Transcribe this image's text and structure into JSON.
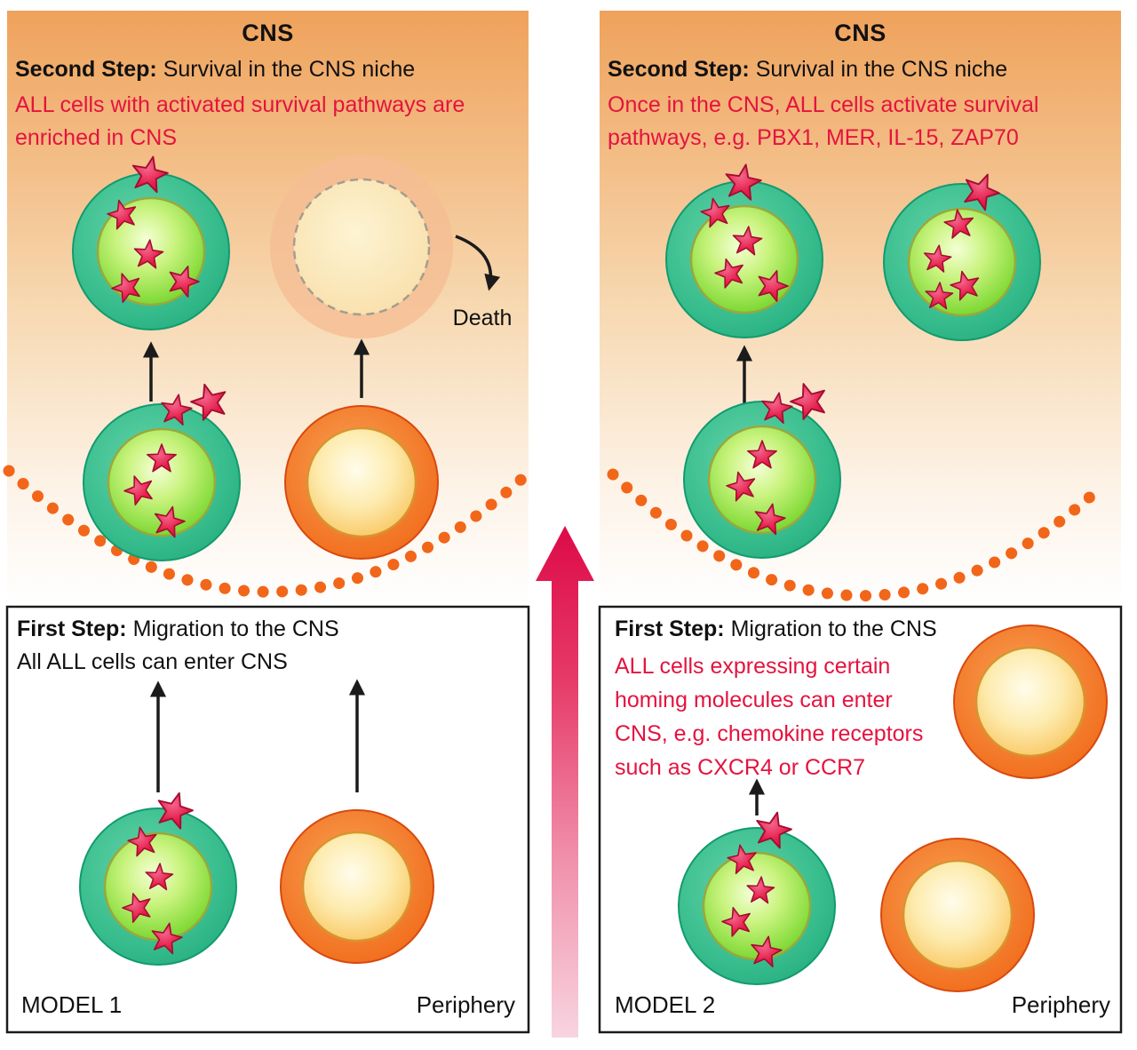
{
  "colors": {
    "cns_gradient_top": "#efa25b",
    "red_accent": "#e4133f",
    "niche_dot_orange": "#f2661a",
    "progression_arrow_red": "#dd0a48",
    "all_cell_green": "#35bb8b",
    "normal_cell_orange": "#f1701f",
    "star_marker_red": "#e51f4c",
    "text_black": "#111111"
  },
  "icons": {
    "star_marker": "survival-pathway-star",
    "niche_boundary": "orange-dotted-arc",
    "progression_arrow": "upward-red-gradient-arrow",
    "migration_arrow": "black-up-arrow"
  },
  "model1": {
    "cns": {
      "title": "CNS",
      "step_label": "Second Step:",
      "step_rest": " Survival in the CNS niche",
      "description": "ALL cells with activated survival pathways are\nenriched in CNS",
      "death_label": "Death"
    },
    "periphery": {
      "step_label": "First Step:",
      "step_rest": " Migration to the CNS",
      "description": "All ALL cells can enter CNS",
      "model_label": "MODEL 1",
      "region_label": "Periphery"
    }
  },
  "model2": {
    "cns": {
      "title": "CNS",
      "step_label": "Second Step:",
      "step_rest": " Survival in the CNS niche",
      "description": "Once in the CNS, ALL cells activate survival\npathways, e.g. PBX1, MER, IL-15, ZAP70"
    },
    "periphery": {
      "step_label": "First Step:",
      "step_rest": " Migration to the CNS",
      "description": "ALL cells expressing certain\nhoming molecules can enter\nCNS, e.g. chemokine receptors\nsuch as CXCR4 or CCR7",
      "model_label": "MODEL 2",
      "region_label": "Periphery"
    }
  }
}
